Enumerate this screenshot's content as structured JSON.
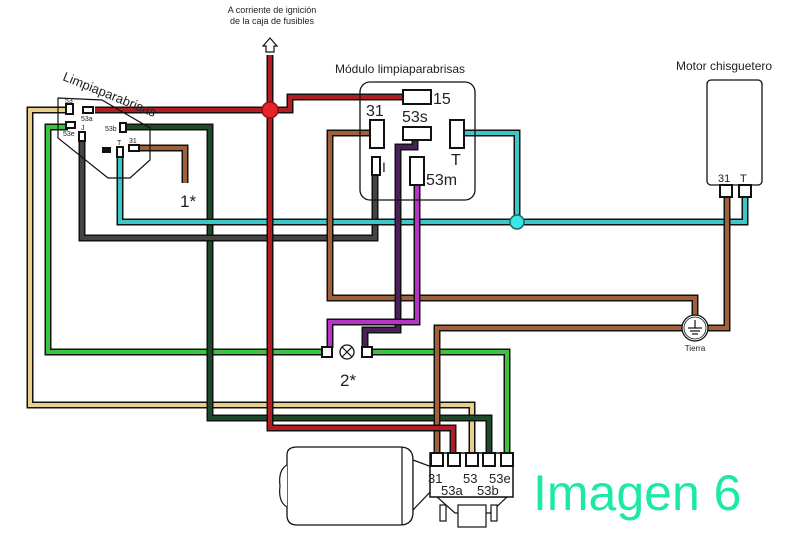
{
  "top_note": {
    "line1": "A corriente de ignición",
    "line2": "de la caja de fusibles"
  },
  "switch": {
    "title": "Limpiaparabrisas",
    "pins": {
      "p53": "53",
      "p53a": "53a",
      "p53e": "53e",
      "pJ": "J",
      "p53b": "53b",
      "pT": "T",
      "p31": "31"
    },
    "ref": "1*"
  },
  "module": {
    "title": "Módulo limpiaparabrisas",
    "pins": {
      "p15": "15",
      "p53s": "53s",
      "p31": "31",
      "pT": "T",
      "pI": "I",
      "p53m": "53m"
    }
  },
  "washer_motor": {
    "title": "Motor chisguetero",
    "pins": {
      "p31": "31",
      "pT": "T"
    }
  },
  "ground": {
    "label": "Tierra"
  },
  "lamp": {
    "ref": "2*"
  },
  "wiper_motor": {
    "pins": {
      "p31": "31",
      "p53a": "53a",
      "p53": "53",
      "p53b": "53b",
      "p53e": "53e"
    }
  },
  "caption": "Imagen 6",
  "colors": {
    "red": "#b01e23",
    "tan": "#e8cf8a",
    "dark_green": "#1f4a2a",
    "light_green": "#3cc43c",
    "black": "#444444",
    "cyan": "#3cc8c8",
    "brown": "#a0603a",
    "purple": "#4a1f5a",
    "magenta": "#b833c8",
    "caption": "#1de9a6"
  }
}
